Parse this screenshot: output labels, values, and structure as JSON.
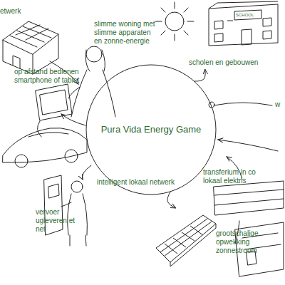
{
  "diagram": {
    "nodes": [
      {
        "text": [
          "SCHOOL",
          "scholen en gebouwen"
        ]
      },
      {
        "text": [
          "Pura Vida Energy Game"
        ]
      },
      {
        "text": [
          "grootschalige opwekking zonnestroom"
        ]
      }
    ],
    "edges": [
      {
        "from": 1,
        "to": 0,
        "arrow": "to"
      },
      {
        "from": 1,
        "to": 2,
        "arrow": "to"
      }
    ],
    "labels": [
      "etwerk",
      "slimme woning met slimme apparaten en zonne-energie",
      "op afstand bedienen smartphone of tablet",
      "w",
      "transferium in co lokaal elektris",
      "intelligent lokaal netwerk",
      "vervoer ugleveren et net"
    ]
  }
}
